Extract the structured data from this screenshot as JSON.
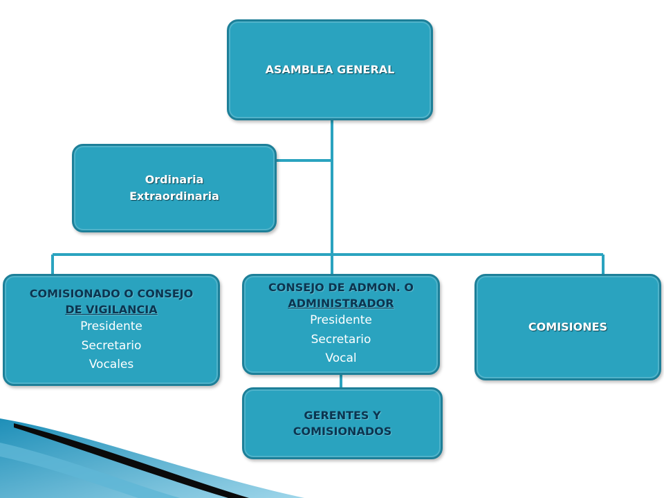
{
  "asamblea": {
    "title": "ASAMBLEA GENERAL"
  },
  "sesiones": {
    "line1": "Ordinaria",
    "line2": "Extraordinaria"
  },
  "vigilancia": {
    "line1": "COMISIONADO O CONSEJO",
    "line2": "DE VIGILANCIA",
    "members": [
      "Presidente",
      "Secretario",
      "Vocales"
    ]
  },
  "consejo": {
    "line1": "CONSEJO DE ADMON. O",
    "line2": "ADMINISTRADOR",
    "members": [
      "Presidente",
      "Secretario",
      "Vocal"
    ]
  },
  "comisiones": {
    "title": "COMISIONES"
  },
  "gerentes": {
    "line1": "GERENTES Y",
    "line2": "COMISIONADOS"
  },
  "colors": {
    "box": "#2aa3bf",
    "border": "#1d7f98",
    "line": "#2aa3bf",
    "dark_text": "#0b3550"
  }
}
